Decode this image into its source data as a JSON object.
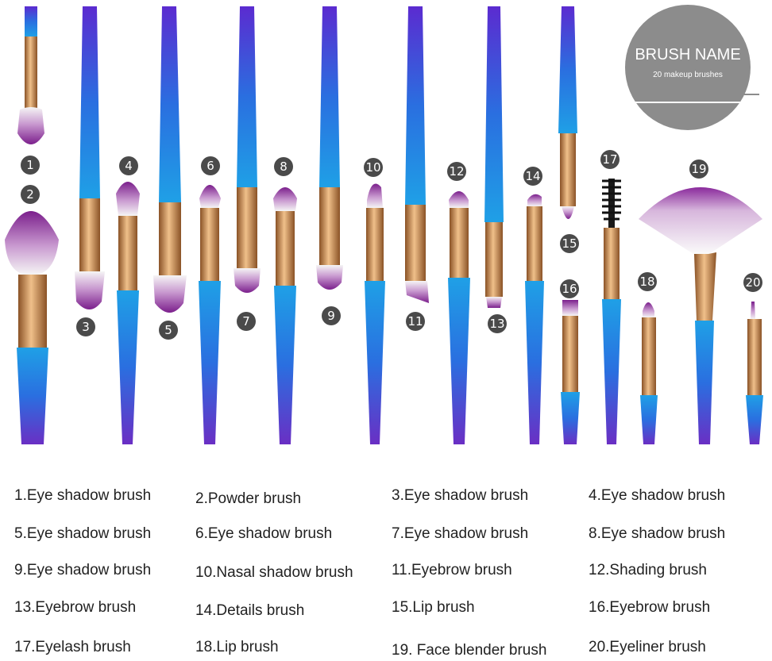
{
  "badge": {
    "title": "BRUSH NAME",
    "subtitle": "20 makeup brushes"
  },
  "colors": {
    "handle_top": "#6a2fc4",
    "handle_bottom": "#1e88e5",
    "ferrule": "#c98a4e",
    "bristle_tip": "#7b1f8c",
    "bristle_base": "#f3f3f3",
    "badge": "#8c8c8c"
  },
  "brushes": [
    {
      "number": "1",
      "name": "1.Eye shadow brush"
    },
    {
      "number": "2",
      "name": "2.Powder brush"
    },
    {
      "number": "3",
      "name": "3.Eye shadow brush"
    },
    {
      "number": "4",
      "name": "4.Eye shadow brush"
    },
    {
      "number": "5",
      "name": "5.Eye shadow brush"
    },
    {
      "number": "6",
      "name": "6.Eye shadow brush"
    },
    {
      "number": "7",
      "name": "7.Eye shadow brush"
    },
    {
      "number": "8",
      "name": "8.Eye shadow brush"
    },
    {
      "number": "9",
      "name": "9.Eye shadow brush"
    },
    {
      "number": "10",
      "name": "10.Nasal shadow brush"
    },
    {
      "number": "11",
      "name": "11.Eyebrow brush"
    },
    {
      "number": "12",
      "name": "12.Shading brush"
    },
    {
      "number": "13",
      "name": "13.Eyebrow brush"
    },
    {
      "number": "14",
      "name": "14.Details brush"
    },
    {
      "number": "15",
      "name": "15.Lip brush"
    },
    {
      "number": "16",
      "name": "16.Eyebrow brush"
    },
    {
      "number": "17",
      "name": "17.Eyelash brush"
    },
    {
      "number": "18",
      "name": "18.Lip brush"
    },
    {
      "number": "19",
      "name": "19.  Face blender brush"
    },
    {
      "number": "20",
      "name": "20.Eyeliner brush"
    }
  ]
}
